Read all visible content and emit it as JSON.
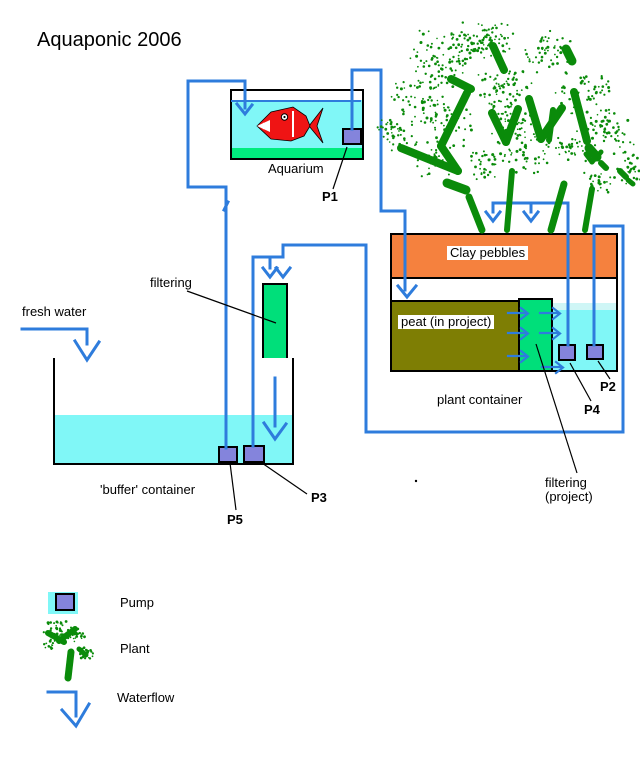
{
  "title": "Aquaponic 2006",
  "colors": {
    "pipe": "#2E7CDC",
    "water": "#80F7F7",
    "water_light": "#CFF6F6",
    "gravel": "#00EC7E",
    "filter_green": "#00DF7A",
    "clay": "#F5813E",
    "peat": "#7E7E04",
    "pump": "#8484DC",
    "plant": "#0A8B0A",
    "fish": "#EF1414"
  },
  "aquarium": {
    "label": "Aquarium",
    "pump_label": "P1"
  },
  "plant_container": {
    "label": "plant container",
    "clay_label": "Clay pebbles",
    "peat_label": "peat (in project)",
    "pump2_label": "P2",
    "pump4_label": "P4",
    "filter_note_line1": "filtering",
    "filter_note_line2": "(project)"
  },
  "filter_column": {
    "label": "filtering"
  },
  "buffer_container": {
    "label": "'buffer' container",
    "pump5_label": "P5",
    "pump3_label": "P3"
  },
  "fresh_water_label": "fresh water",
  "legend": {
    "pump_label": "Pump",
    "plant_label": "Plant",
    "waterflow_label": "Waterflow",
    "icons": [
      "pump-icon",
      "plant-icon",
      "waterflow-arrow-icon"
    ]
  }
}
